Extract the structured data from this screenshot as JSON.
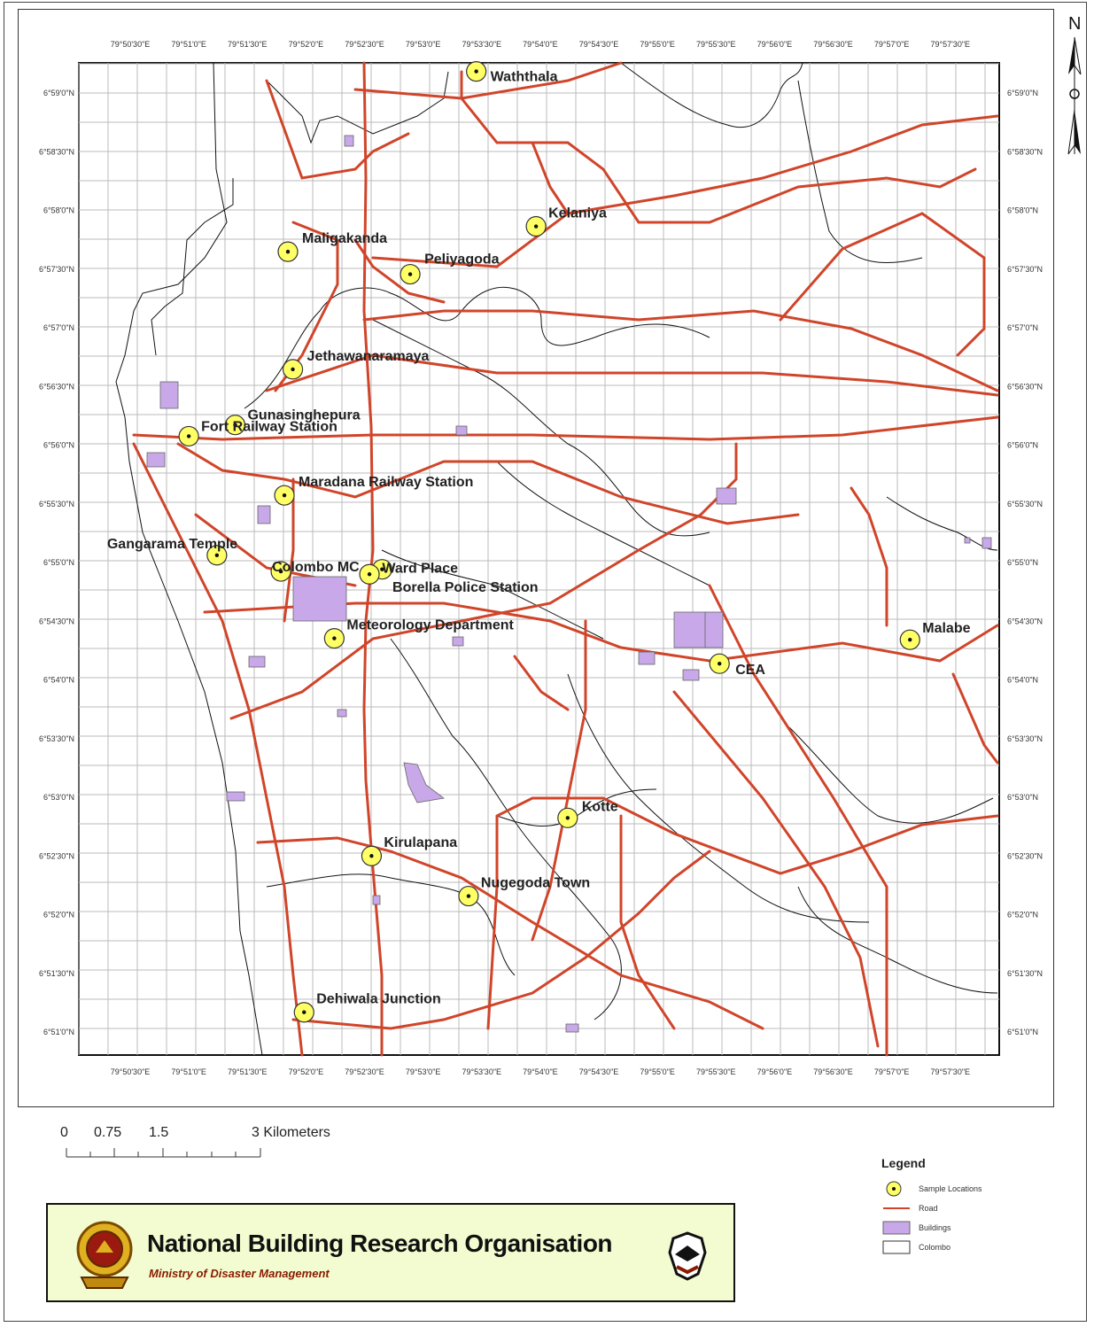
{
  "map": {
    "lon_labels": [
      "79°50'30\"E",
      "79°51'0\"E",
      "79°51'30\"E",
      "79°52'0\"E",
      "79°52'30\"E",
      "79°53'0\"E",
      "79°53'30\"E",
      "79°54'0\"E",
      "79°54'30\"E",
      "79°55'0\"E",
      "79°55'30\"E",
      "79°56'0\"E",
      "79°56'30\"E",
      "79°57'0\"E",
      "79°57'30\"E"
    ],
    "lat_labels": [
      "6°59'0\"N",
      "6°58'30\"N",
      "6°58'0\"N",
      "6°57'30\"N",
      "6°57'0\"N",
      "6°56'30\"N",
      "6°56'0\"N",
      "6°55'30\"N",
      "6°55'0\"N",
      "6°54'30\"N",
      "6°54'0\"N",
      "6°53'30\"N",
      "6°53'0\"N",
      "6°52'30\"N",
      "6°52'0\"N",
      "6°51'30\"N",
      "6°51'0\"N"
    ],
    "sample_locations": [
      {
        "name": "Waththala",
        "lon": 79.8909,
        "lat": 6.9864
      },
      {
        "name": "Kelaniya",
        "lon": 79.8994,
        "lat": 6.9644
      },
      {
        "name": "Maligakanda",
        "lon": 79.8641,
        "lat": 6.9608
      },
      {
        "name": "Peliyagoda",
        "lon": 79.8815,
        "lat": 6.9576
      },
      {
        "name": "Jethawanaramaya",
        "lon": 79.8648,
        "lat": 6.9441
      },
      {
        "name": "Gunasinghepura",
        "lon": 79.8566,
        "lat": 6.9362
      },
      {
        "name": "Fort Railway Station",
        "lon": 79.85,
        "lat": 6.9346
      },
      {
        "name": "Maradana Railway Station",
        "lon": 79.8636,
        "lat": 6.9262
      },
      {
        "name": "Gangarama Temple",
        "lon": 79.854,
        "lat": 6.9177
      },
      {
        "name": "Colombo MC",
        "lon": 79.8631,
        "lat": 6.9154
      },
      {
        "name": "Ward Place",
        "lon": 79.8775,
        "lat": 6.9157
      },
      {
        "name": "Borella Police Station",
        "lon": 79.8757,
        "lat": 6.915
      },
      {
        "name": "Meteorology Department",
        "lon": 79.8707,
        "lat": 6.9059
      },
      {
        "name": "CEA",
        "lon": 79.9255,
        "lat": 6.9023
      },
      {
        "name": "Malabe",
        "lon": 79.9526,
        "lat": 6.9057
      },
      {
        "name": "Kotte",
        "lon": 79.9039,
        "lat": 6.8804
      },
      {
        "name": "Kirulapana",
        "lon": 79.876,
        "lat": 6.875
      },
      {
        "name": "Nugegoda Town",
        "lon": 79.8898,
        "lat": 6.8693
      },
      {
        "name": "Dehiwala Junction",
        "lon": 79.8664,
        "lat": 6.8528
      }
    ]
  },
  "north_arrow": {
    "label": "N"
  },
  "scale_bar": {
    "labels": [
      "0",
      "0.75",
      "1.5",
      "3 Kilometers"
    ]
  },
  "legend": {
    "title": "Legend",
    "items": [
      {
        "label": "Sample Locations",
        "icon": "yellow-circle-dot-icon",
        "color": "#ffff66"
      },
      {
        "label": "Road",
        "icon": "red-line-icon",
        "color": "#d0452a"
      },
      {
        "label": "Buildings",
        "icon": "lavender-box-icon",
        "color": "#c8a8e8"
      },
      {
        "label": "Colombo",
        "icon": "white-box-icon",
        "color": "#ffffff"
      }
    ]
  },
  "banner": {
    "title": "National Building Research Organisation",
    "subtitle": "Ministry of Disaster Management"
  }
}
